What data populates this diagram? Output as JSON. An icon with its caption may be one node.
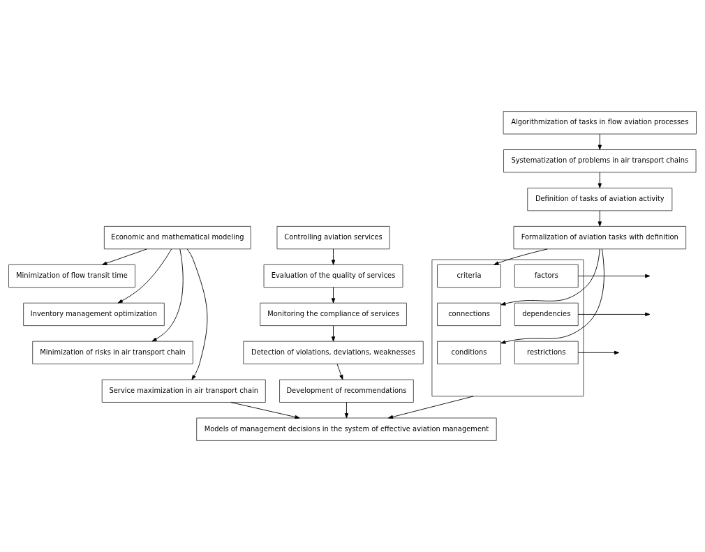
{
  "diagram": {
    "nodes": [
      {
        "text": [
          "Economic and mathematical modeling"
        ]
      },
      {
        "text": [
          "Minimization of flow transit time"
        ]
      },
      {
        "text": [
          "Inventory management optimization"
        ]
      },
      {
        "text": [
          "Minimization of risks in air transport chain"
        ]
      },
      {
        "text": [
          "Service maximization in air transport chain"
        ]
      },
      {
        "text": [
          "Controlling aviation services"
        ]
      },
      {
        "text": [
          "Evaluation of the quality of services"
        ]
      },
      {
        "text": [
          "Monitoring the compliance of services"
        ]
      },
      {
        "text": [
          "Detection of violations, deviations, weaknesses"
        ]
      },
      {
        "text": [
          "Development of recommendations"
        ]
      },
      {
        "text": [
          "Algorithmization of tasks in flow aviation processes"
        ]
      },
      {
        "text": [
          "Systematization of problems in air transport chains"
        ]
      },
      {
        "text": [
          "Definition of tasks of aviation activity"
        ]
      },
      {
        "text": [
          "Formalization of aviation tasks with definition"
        ]
      },
      {
        "text": [],
        "shape": "box"
      },
      {
        "text": [
          "criteria"
        ],
        "in": 14
      },
      {
        "text": [
          "factors"
        ],
        "in": 14
      },
      {
        "text": [
          "connections"
        ],
        "in": 14
      },
      {
        "text": [
          "dependencies"
        ],
        "in": 14
      },
      {
        "text": [
          "conditions"
        ],
        "in": 14
      },
      {
        "text": [
          "restrictions"
        ],
        "in": 14
      },
      {
        "text": [
          "Models of management decisions in the system of effective aviation management"
        ]
      }
    ],
    "edges": [
      {
        "from": 0,
        "to": 1,
        "arrow": "to"
      },
      {
        "from": 0,
        "to": 2,
        "arrow": "to"
      },
      {
        "from": 0,
        "to": 3,
        "arrow": "to"
      },
      {
        "from": 0,
        "to": 4,
        "arrow": "to"
      },
      {
        "from": 4,
        "to": 21,
        "arrow": "to"
      },
      {
        "from": 5,
        "to": 6,
        "arrow": "to"
      },
      {
        "from": 6,
        "to": 7,
        "arrow": "to"
      },
      {
        "from": 7,
        "to": 8,
        "arrow": "to"
      },
      {
        "from": 8,
        "to": 9,
        "arrow": "to"
      },
      {
        "from": 9,
        "to": 21,
        "arrow": "to"
      },
      {
        "from": 10,
        "to": 11,
        "arrow": "to"
      },
      {
        "from": 11,
        "to": 12,
        "arrow": "to"
      },
      {
        "from": 12,
        "to": 13,
        "arrow": "to"
      },
      {
        "from": 13,
        "to": 15,
        "arrow": "to"
      },
      {
        "from": 13,
        "to": 17,
        "arrow": "to"
      },
      {
        "from": 13,
        "to": 19,
        "arrow": "to"
      },
      {
        "from": 16,
        "to": null,
        "arrow": "to"
      },
      {
        "from": 18,
        "to": null,
        "arrow": "to"
      },
      {
        "from": 20,
        "to": null,
        "arrow": "to"
      },
      {
        "from": 14,
        "to": 21,
        "arrow": "to"
      }
    ]
  }
}
